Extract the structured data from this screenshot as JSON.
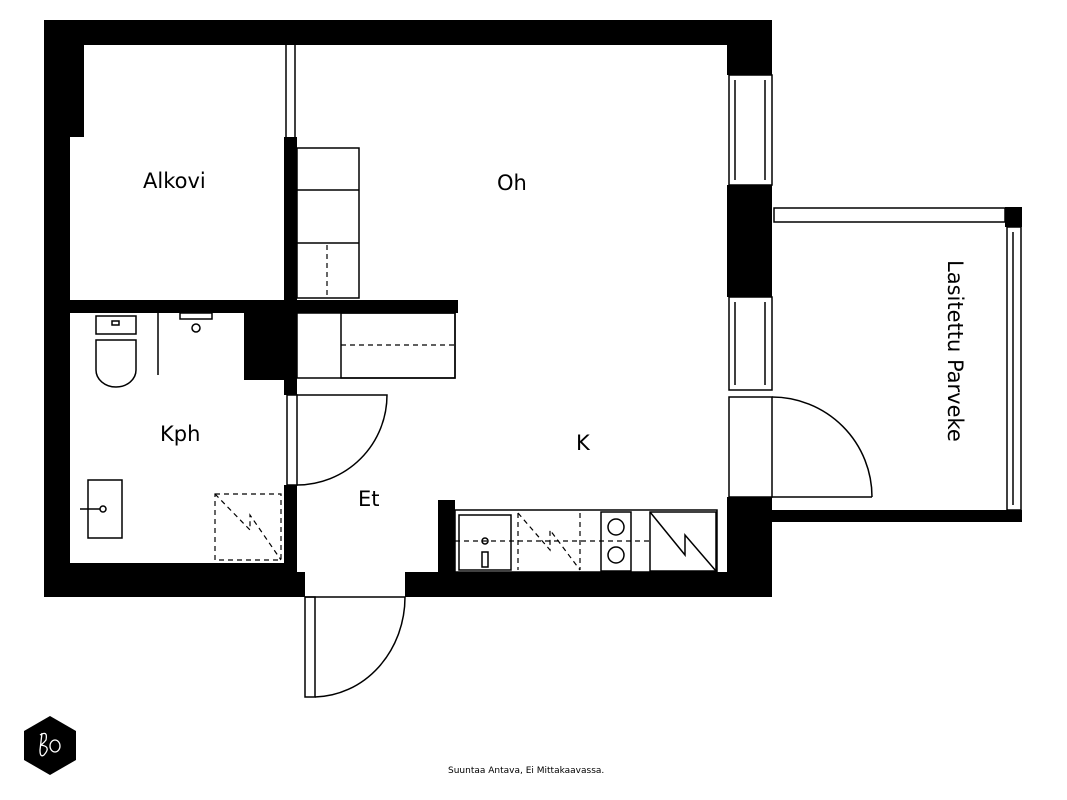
{
  "rooms": {
    "alkovi": "Alkovi",
    "oh": "Oh",
    "kph": "Kph",
    "k": "K",
    "et": "Et",
    "parveke": "Lasitettu Parveke"
  },
  "footer_note": "Suuntaa Antava, Ei Mittakaavassa.",
  "logo_text": "Bo"
}
